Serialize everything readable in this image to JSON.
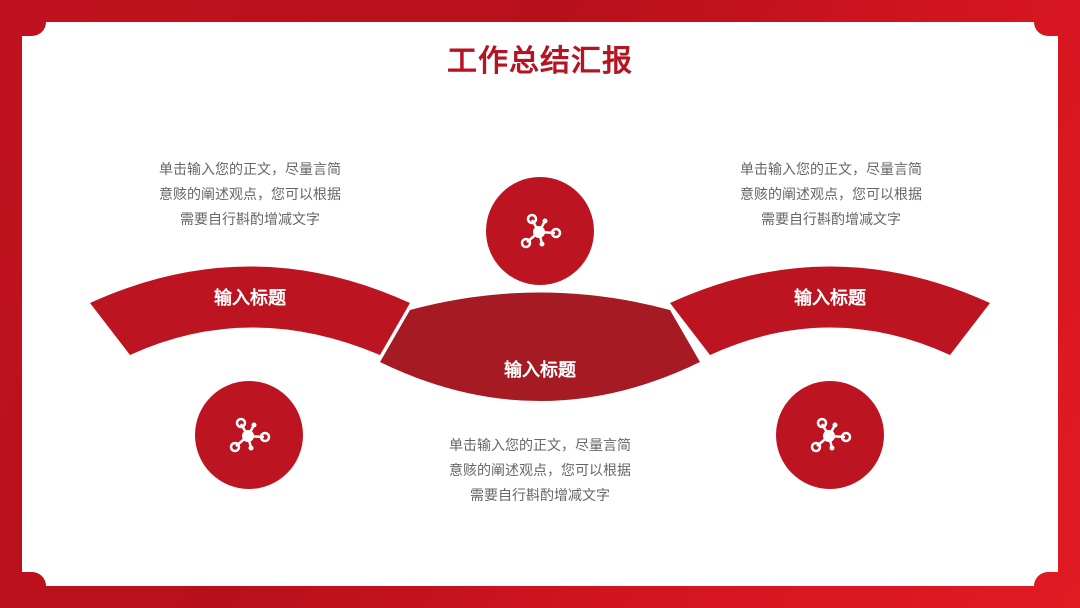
{
  "slide": {
    "title": "工作总结汇报",
    "colors": {
      "primary": "#bc1421",
      "dark": "#a51a23",
      "text": "#666666",
      "background": "#ffffff"
    }
  },
  "arcs": [
    {
      "label": "输入标题"
    },
    {
      "label": "输入标题"
    },
    {
      "label": "输入标题"
    }
  ],
  "paragraphs": {
    "left": {
      "lines": [
        "单击输入您的正文，尽量言简",
        "意赅的阐述观点，您可以根据",
        "需要自行斟酌增减文字"
      ]
    },
    "right": {
      "lines": [
        "单击输入您的正文，尽量言简",
        "意赅的阐述观点，您可以根据",
        "需要自行斟酌增减文字"
      ]
    },
    "center": {
      "lines": [
        "单击输入您的正文，尽量言简",
        "意赅的阐述观点，您可以根据",
        "需要自行斟酌增减文字"
      ]
    }
  },
  "icons": [
    "network-icon",
    "network-icon",
    "network-icon"
  ]
}
